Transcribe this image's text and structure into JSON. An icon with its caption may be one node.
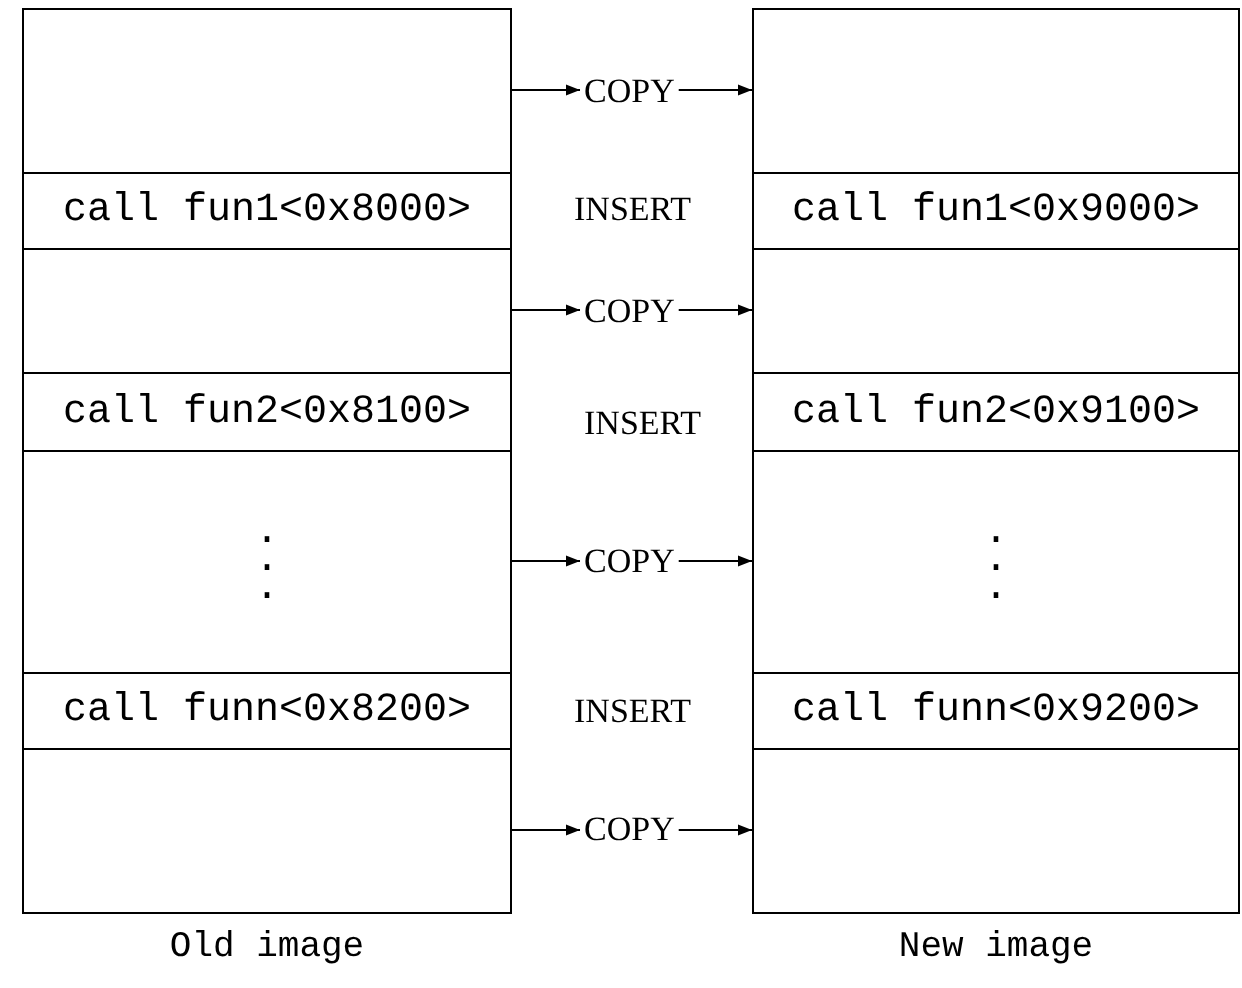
{
  "diagram": {
    "nodes": [
      {
        "text": [
          "Old image"
        ]
      },
      {
        "text": [],
        "shape": "box",
        "in": 0
      },
      {
        "text": [
          "call fun1<0x8000>"
        ],
        "in": 0
      },
      {
        "text": [],
        "shape": "box",
        "in": 0
      },
      {
        "text": [
          "call fun2<0x8100>"
        ],
        "in": 0
      },
      {
        "text": [
          ". . ."
        ],
        "in": 0
      },
      {
        "text": [
          "call funn<0x8200>"
        ],
        "in": 0
      },
      {
        "text": [],
        "shape": "box",
        "in": 0
      },
      {
        "text": [
          "New image"
        ]
      },
      {
        "text": [],
        "shape": "box",
        "in": 8
      },
      {
        "text": [
          "call fun1<0x9000>"
        ],
        "in": 8
      },
      {
        "text": [],
        "shape": "box",
        "in": 8
      },
      {
        "text": [
          "call fun2<0x9100>"
        ],
        "in": 8
      },
      {
        "text": [
          ". . ."
        ],
        "in": 8
      },
      {
        "text": [
          "call funn<0x9200>"
        ],
        "in": 8
      },
      {
        "text": [],
        "shape": "box",
        "in": 8
      },
      {
        "text": [
          "COPY"
        ]
      },
      {
        "text": [
          "COPY"
        ]
      },
      {
        "text": [
          "COPY"
        ]
      },
      {
        "text": [
          "COPY"
        ]
      }
    ],
    "edges": [
      {
        "from": 1,
        "to": 16,
        "arrow": "to"
      },
      {
        "from": 16,
        "to": 9,
        "arrow": "to"
      },
      {
        "from": 3,
        "to": 17,
        "arrow": "to"
      },
      {
        "from": 17,
        "to": 11,
        "arrow": "to"
      },
      {
        "from": 5,
        "to": 18,
        "arrow": "to"
      },
      {
        "from": 18,
        "to": 13,
        "arrow": "to"
      },
      {
        "from": 7,
        "to": 19,
        "arrow": "to"
      },
      {
        "from": 19,
        "to": 15,
        "arrow": "to"
      }
    ],
    "labels": [
      "INSERT",
      "INSERT",
      "INSERT"
    ]
  }
}
